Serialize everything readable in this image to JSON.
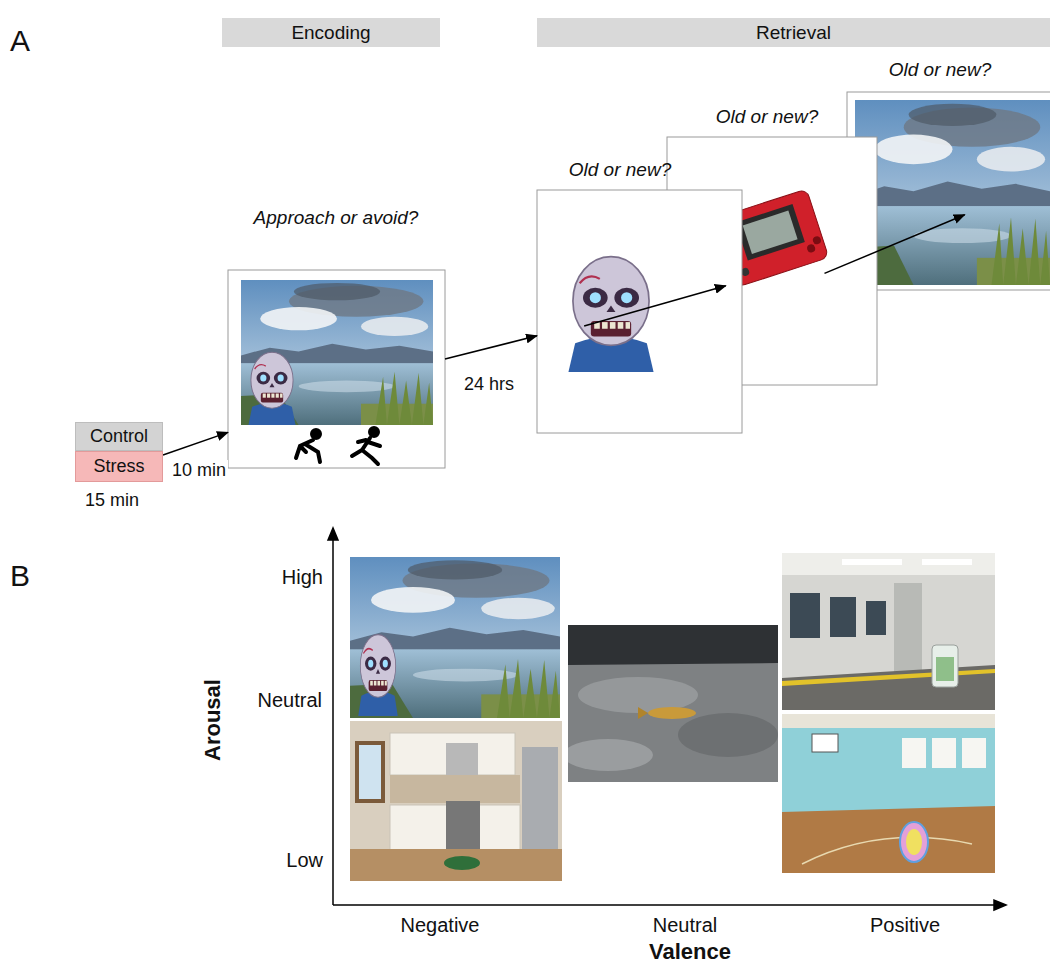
{
  "diagram": {
    "nodes": [
      {
        "text": [
          "Encoding"
        ]
      },
      {
        "text": [
          "Retrieval"
        ]
      },
      {
        "text": [
          "Control"
        ]
      },
      {
        "text": [
          "Stress"
        ]
      },
      {
        "text": [
          "Approach or avoid?"
        ]
      },
      {
        "text": [
          "Old or new?"
        ]
      },
      {
        "text": [
          "Old or new?"
        ]
      },
      {
        "text": [
          "Old or new?"
        ]
      }
    ],
    "edges": [
      {
        "from": 3,
        "to": 4,
        "arrow": "to",
        "label": "10 min"
      },
      {
        "from": 4,
        "to": 5,
        "arrow": "to",
        "label": "24 hrs"
      },
      {
        "from": 5,
        "to": 6,
        "arrow": "to"
      },
      {
        "from": 6,
        "to": 7,
        "arrow": "to"
      }
    ],
    "labels": [
      "A",
      "15 min",
      "B",
      "High",
      "Neutral",
      "Low",
      "Arousal",
      "Negative",
      "Neutral",
      "Positive",
      "Valence"
    ]
  }
}
